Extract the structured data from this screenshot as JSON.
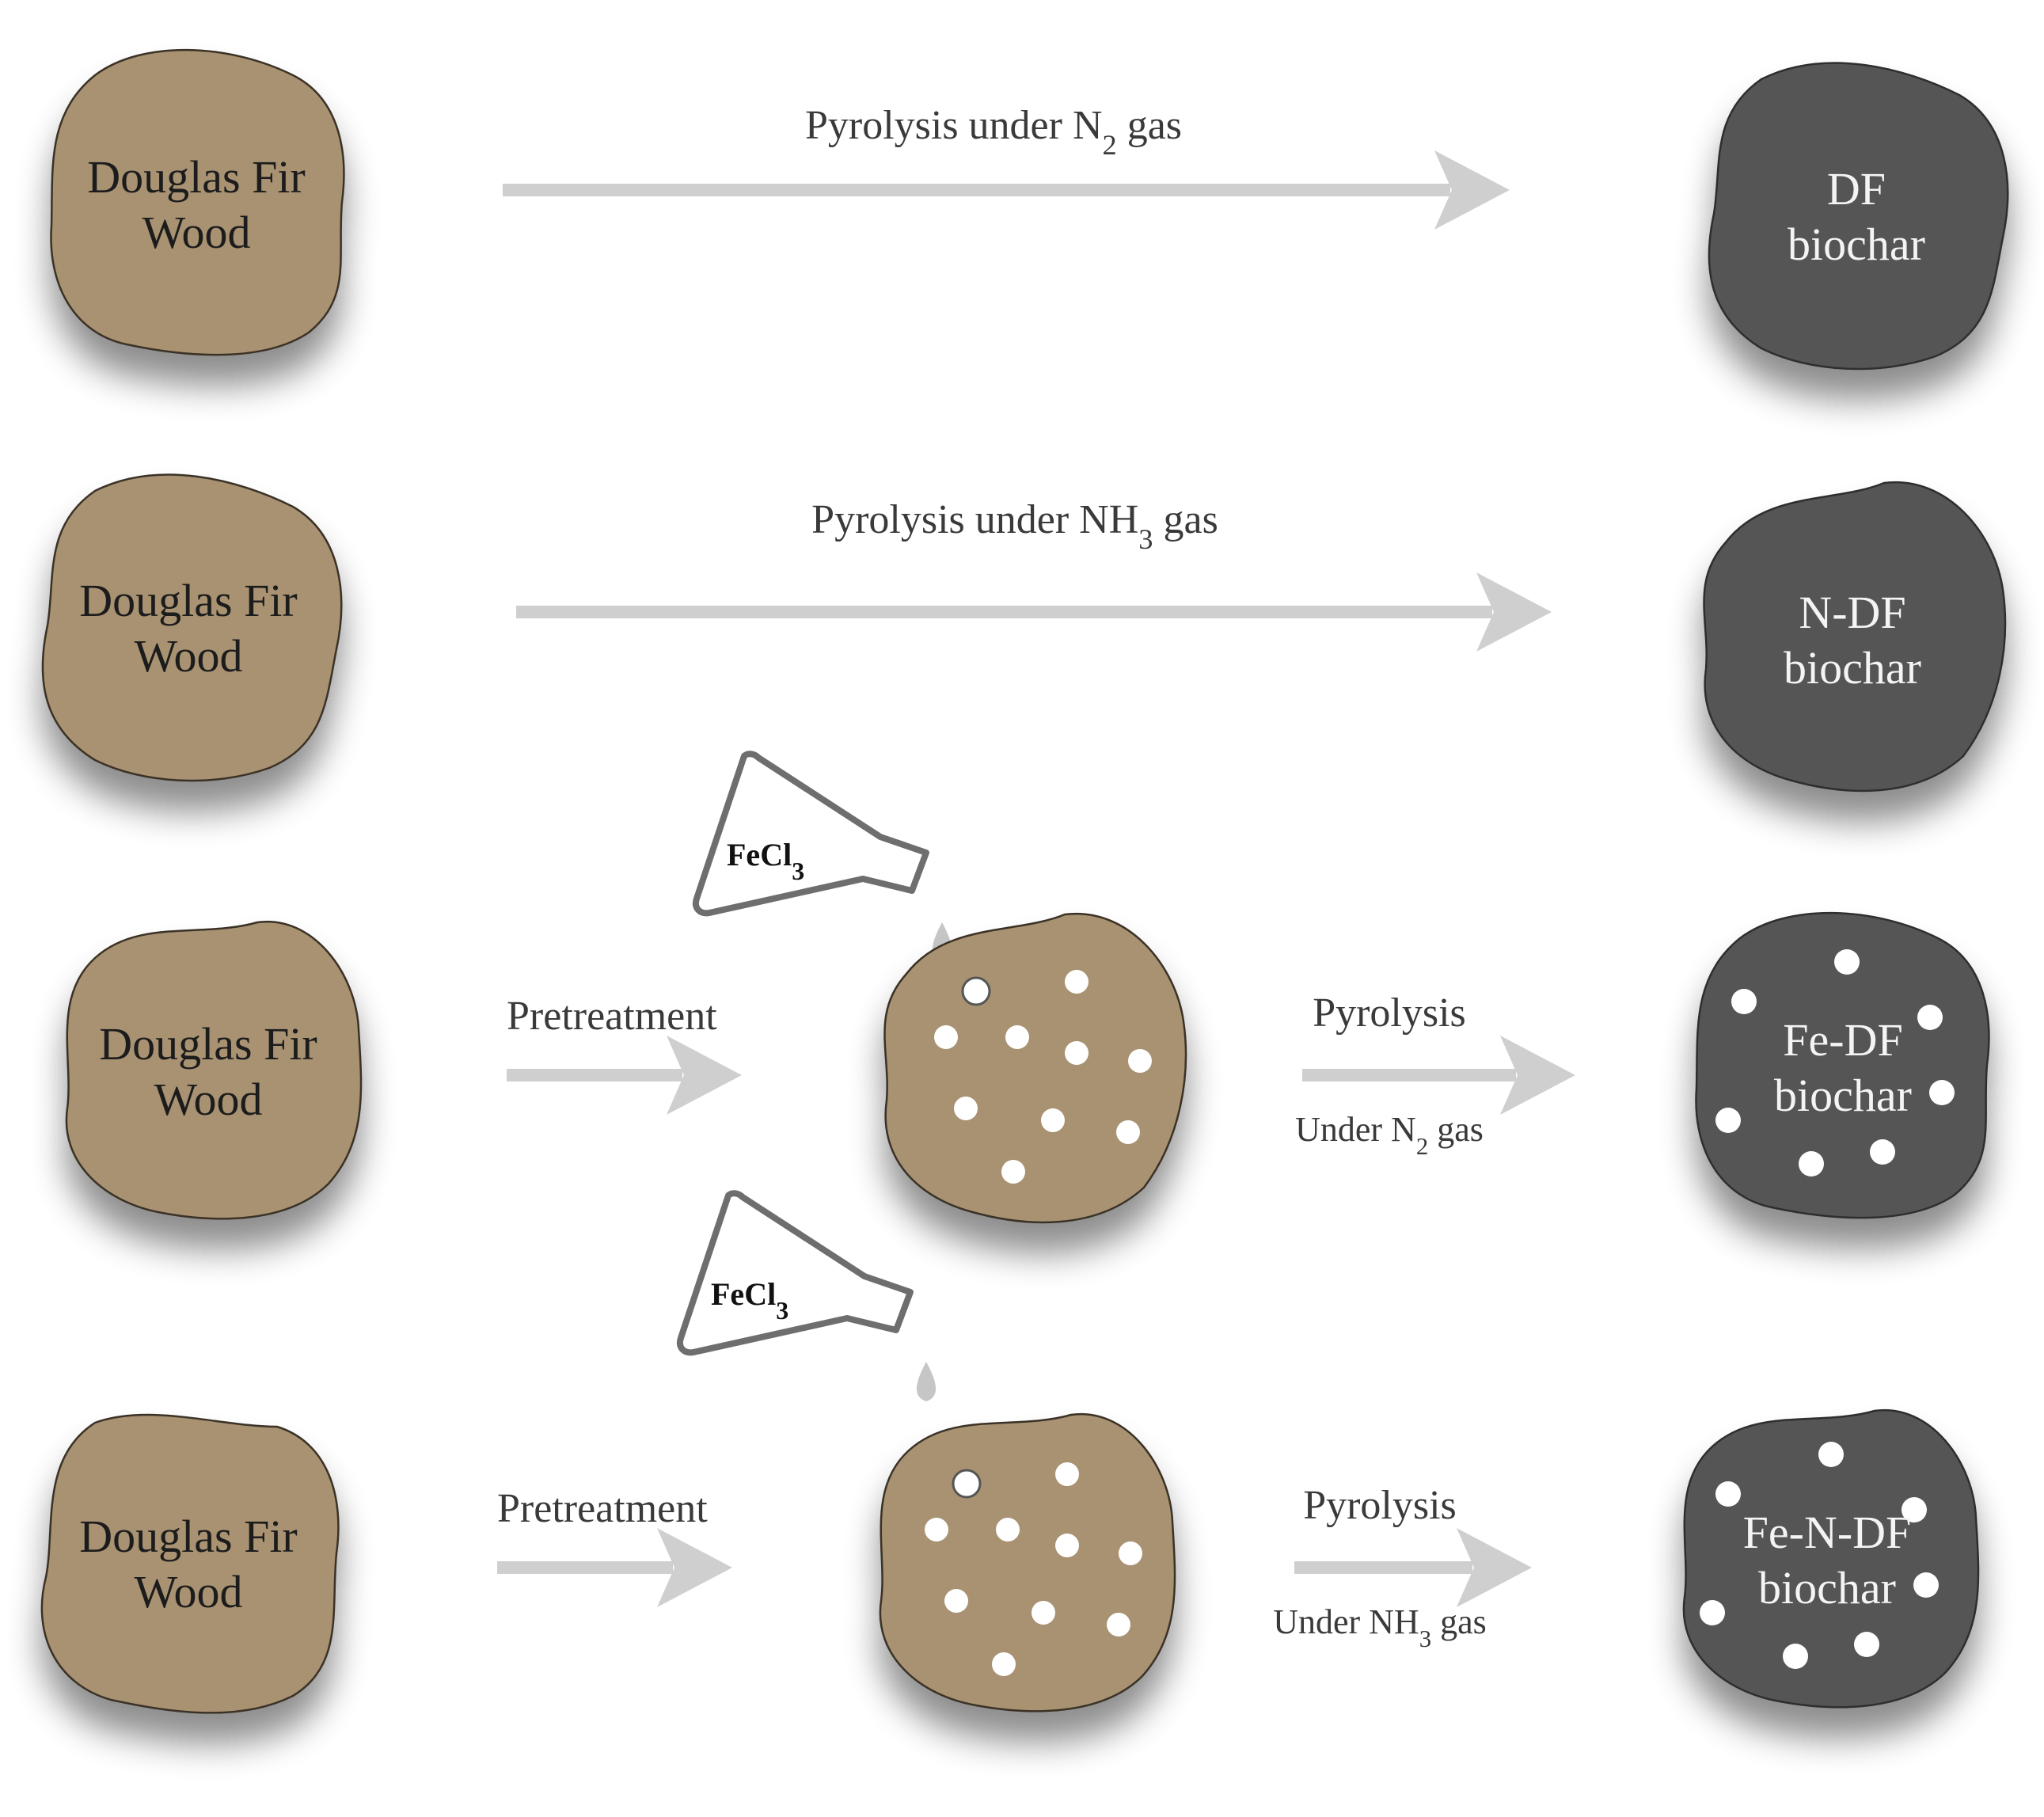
{
  "colors": {
    "wood": "#a89272",
    "wood_stroke": "#3b3127",
    "biochar": "#555555",
    "arrow": "#cfcfcf",
    "pore": "#ffffff",
    "flask_stroke": "#6e6e6e",
    "drop": "#c6c6c6"
  },
  "rows": [
    {
      "source": [
        "Douglas Fir",
        "Wood"
      ],
      "process": {
        "label": "Pyrolysis  under N",
        "sub": "2",
        "tail": " gas"
      },
      "product": [
        "DF",
        "biochar"
      ]
    },
    {
      "source": [
        "Douglas Fir",
        "Wood"
      ],
      "process": {
        "label": "Pyrolysis  under NH",
        "sub": "3",
        "tail": " gas"
      },
      "product": [
        "N-DF",
        "biochar"
      ]
    },
    {
      "source": [
        "Douglas Fir",
        "Wood"
      ],
      "pretreatment": "Pretreatment",
      "reagent": {
        "label": "FeCl",
        "sub": "3"
      },
      "process": {
        "label": "Pyrolysis",
        "gas": "Under N",
        "gas_sub": "2",
        "gas_tail": " gas"
      },
      "product": [
        "Fe-DF",
        "biochar"
      ]
    },
    {
      "source": [
        "Douglas Fir",
        "Wood"
      ],
      "pretreatment": "Pretreatment",
      "reagent": {
        "label": "FeCl",
        "sub": "3"
      },
      "process": {
        "label": "Pyrolysis",
        "gas": "Under NH",
        "gas_sub": "3",
        "gas_tail": " gas"
      },
      "product": [
        "Fe-N-DF",
        "biochar"
      ]
    }
  ]
}
